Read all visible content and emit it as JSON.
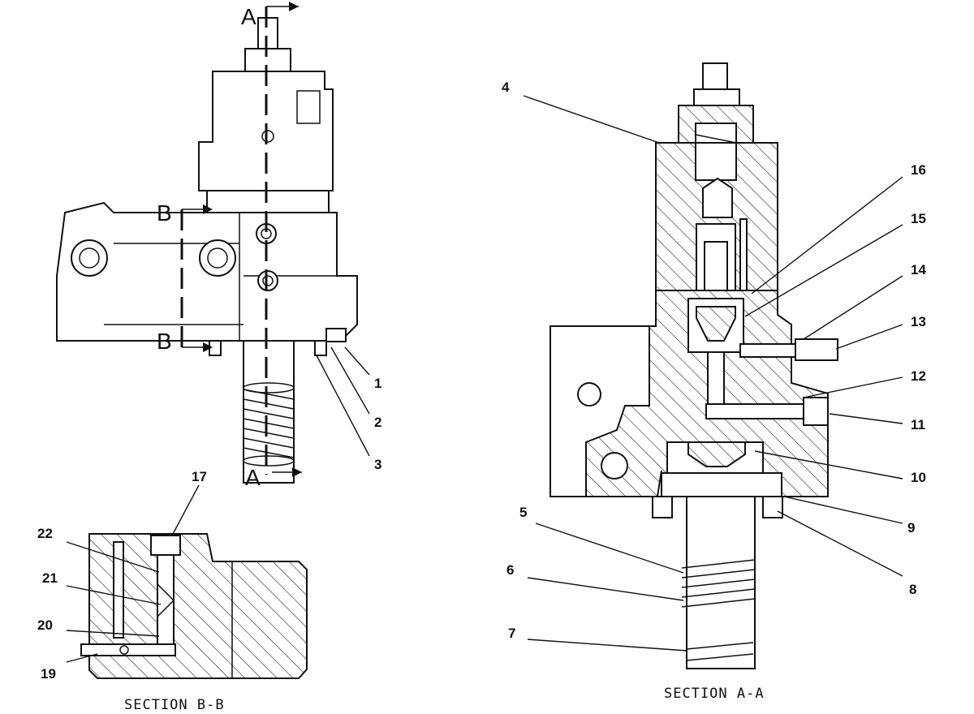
{
  "view_marks": {
    "a_top": "A",
    "a_bottom": "A",
    "b_top": "B",
    "b_bottom": "B"
  },
  "callouts": {
    "c1": "1",
    "c2": "2",
    "c3": "3",
    "c4": "4",
    "c5": "5",
    "c6": "6",
    "c7": "7",
    "c8": "8",
    "c9": "9",
    "c10": "10",
    "c11": "11",
    "c12": "12",
    "c13": "13",
    "c14": "14",
    "c15": "15",
    "c16": "16",
    "c17": "17",
    "c19": "19",
    "c20": "20",
    "c21": "21",
    "c22": "22"
  },
  "captions": {
    "section_aa": "SECTION A-A",
    "section_bb": "SECTION B-B"
  }
}
